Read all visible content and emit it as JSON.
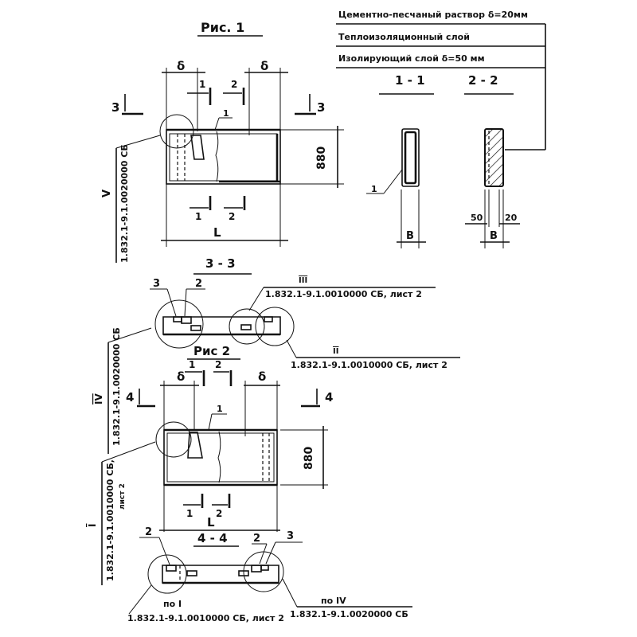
{
  "figure1": {
    "title": "Рис. 1",
    "section_3_left": "3",
    "section_3_right": "3",
    "delta_left": "δ",
    "delta_right": "δ",
    "cut_1_top": "1",
    "cut_2_top": "2",
    "cut_1_bottom": "1",
    "cut_2_bottom": "2",
    "callout_1": "1",
    "height_dim": "880",
    "length_dim": "L",
    "ref_mark": "V",
    "ref_doc": "1.832.1-9.1.0020000 СБ"
  },
  "legend": {
    "rows": [
      "Цементно-песчаный раствор δ=20мм",
      "Теплоизоляционный слой",
      "Изолирующий слой δ=50 мм"
    ]
  },
  "section_1_1": {
    "title": "1 - 1",
    "callout": "1",
    "width_dim": "B"
  },
  "section_2_2": {
    "title": "2 - 2",
    "dim_left": "50",
    "dim_right": "20",
    "width_dim": "B"
  },
  "section_3_3": {
    "title": "3 - 3",
    "callout_3": "3",
    "callout_2": "2",
    "ref_III_mark": "III",
    "ref_III_doc": "1.832.1-9.1.0010000 СБ, лист 2",
    "ref_II_mark": "II",
    "ref_II_doc": "1.832.1-9.1.0010000 СБ, лист 2"
  },
  "figure2": {
    "title": "Рис 2",
    "section_4_left": "4",
    "section_4_right": "4",
    "delta_left": "δ",
    "delta_right": "δ",
    "cut_1_top": "1",
    "cut_2_top": "2",
    "cut_1_bottom": "1",
    "cut_2_bottom": "2",
    "callout_1": "1",
    "height_dim": "880",
    "length_dim": "L",
    "ref_IV_mark": "IV",
    "ref_IV_doc": "1.832.1-9.1.0020000 СБ",
    "ref_I_mark": "I",
    "ref_I_doc": "1.832.1-9.1.0010000 СБ,",
    "ref_I_sheet": "лист 2"
  },
  "section_4_4": {
    "title": "4 - 4",
    "callout_2_left": "2",
    "callout_2_right": "2",
    "callout_3": "3",
    "ref_left_label": "по I",
    "ref_left_doc": "1.832.1-9.1.0010000 СБ, лист 2",
    "ref_right_label": "по IV",
    "ref_right_doc": "1.832.1-9.1.0020000 СБ"
  }
}
